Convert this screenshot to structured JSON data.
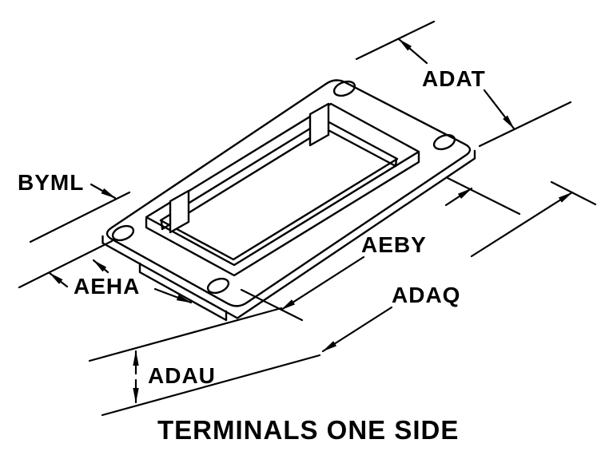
{
  "diagram": {
    "type": "technical-line-drawing",
    "caption": "TERMINALS ONE SIDE",
    "labels": {
      "adat": "ADAT",
      "byml": "BYML",
      "aeha": "AEHA",
      "aeby": "AEBY",
      "adaq": "ADAQ",
      "adau": "ADAU"
    },
    "colors": {
      "line": "#000000",
      "background": "#ffffff"
    }
  }
}
